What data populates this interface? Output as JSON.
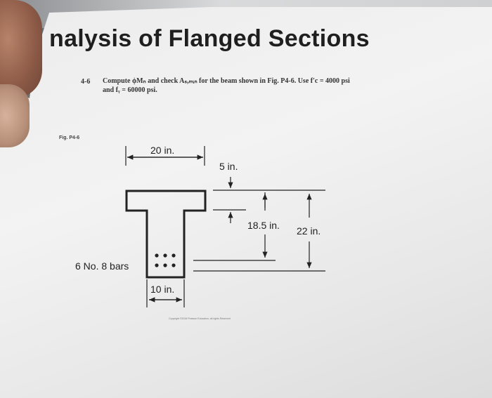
{
  "heading": "nalysis of Flanged Sections",
  "problem": {
    "number": "4-6",
    "text_line1": "Compute ϕMₙ and check Aₛ,ₘᵢₙ for the beam shown in Fig. P4-6. Use f′c = 4000 psi",
    "text_line2": "and fᵧ = 60000 psi."
  },
  "figure": {
    "label": "Fig. P4-6",
    "flange_width": "20 in.",
    "flange_thickness": "5 in.",
    "effective_depth": "18.5 in.",
    "total_depth": "22 in.",
    "web_width": "10 in.",
    "reinforcement": "6 No. 8 bars"
  },
  "copyright": "Copyright ©2016 Pearson Education, all rights Reserved"
}
